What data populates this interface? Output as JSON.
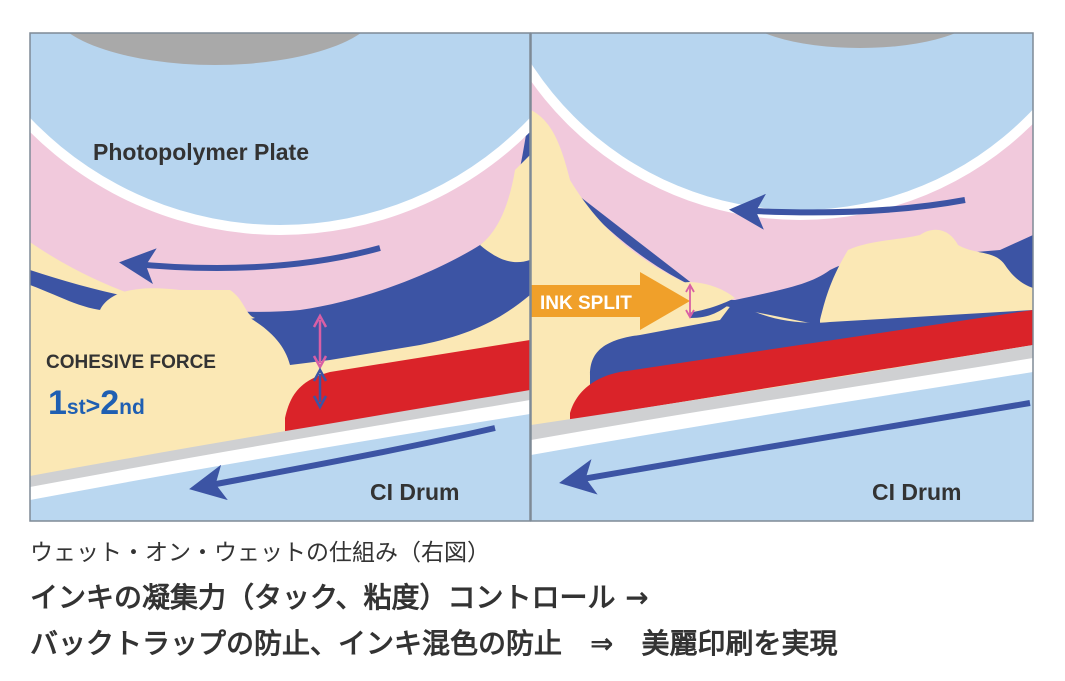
{
  "colors": {
    "plate": "#b7d5ef",
    "plate_core": "#a9a9a9",
    "pink_layer": "#f1c9dc",
    "yellow_ink": "#fbe8b5",
    "blue_ink": "#3c54a4",
    "red_ink": "#da2329",
    "drum_gray": "#cfd0d2",
    "drum_blue": "#bad7f0",
    "arrow_blue": "#3c54a4",
    "split_arrow": "#f0a02a",
    "force_arrow": "#d85fa5",
    "ratio_text": "#1f5fb2",
    "text_dark": "#333333"
  },
  "left_panel": {
    "plate_label": "Photopolymer Plate",
    "drum_label": "CI Drum",
    "cohesive_label": "COHESIVE FORCE",
    "ratio": {
      "big1": "1",
      "small1": "st",
      "gt": ">",
      "big2": "2",
      "small2": "nd"
    }
  },
  "right_panel": {
    "drum_label": "CI Drum",
    "split_label": "INK SPLIT"
  },
  "captions": {
    "line1": "ウェット・オン・ウェットの仕組み（右図）",
    "line2": "インキの凝集力（タック、粘度）コントロール →",
    "line3": "バックトラップの防止、インキ混色の防止　⇒　美麗印刷を実現"
  }
}
